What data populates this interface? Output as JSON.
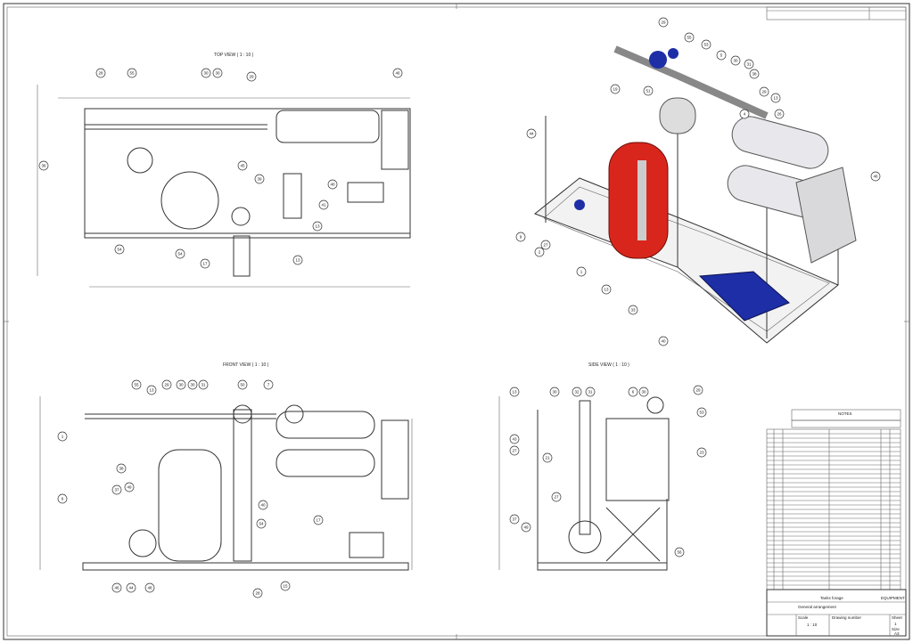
{
  "views": {
    "top": {
      "title": "TOP VIEW ( 1 : 10 )",
      "balloons": [
        "28",
        "55",
        "30",
        "30",
        "29",
        "46",
        "36",
        "45",
        "39",
        "40",
        "41",
        "13",
        "13",
        "54",
        "17",
        "54"
      ]
    },
    "front": {
      "title": "FRONT VIEW ( 1 : 10 )",
      "balloons": [
        "55",
        "13",
        "29",
        "30",
        "30",
        "31",
        "50",
        "7",
        "1",
        "38",
        "37",
        "49",
        "40",
        "6",
        "17",
        "54",
        "46",
        "44",
        "48",
        "28",
        "15"
      ]
    },
    "side": {
      "title": "SIDE VIEW ( 1 : 10 )",
      "balloons": [
        "13",
        "30",
        "32",
        "31",
        "6",
        "30",
        "29",
        "53",
        "23",
        "43",
        "27",
        "27",
        "37",
        "49",
        "56",
        "21"
      ]
    },
    "iso": {
      "balloons": [
        "29",
        "55",
        "53",
        "5",
        "30",
        "31",
        "38",
        "29",
        "13",
        "26",
        "19",
        "51",
        "46",
        "44",
        "9",
        "2",
        "27",
        "1",
        "13",
        "33",
        "40",
        "4"
      ]
    }
  },
  "title_block": {
    "drawing_title": "Tanks forage",
    "category": "EQUIPMENT",
    "description": "General arrangement",
    "scale_label": "Scale",
    "scale": "1 : 10",
    "drawing_number_label": "Drawing number",
    "sheet_label": "Sheet",
    "sheet": "1",
    "size_label": "Size",
    "size": "A3"
  },
  "notes": {
    "header": "NOTES"
  },
  "colors": {
    "tank": "#d8261c",
    "pump": "#1e2ea6",
    "frame": "#e6e6e6",
    "line": "#333333"
  }
}
